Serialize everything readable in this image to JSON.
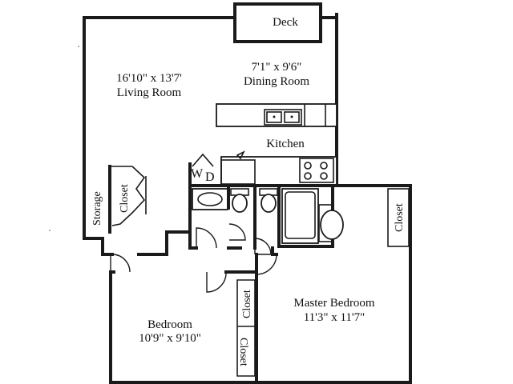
{
  "rooms": {
    "living": {
      "dims": "16'10\" x 13'7'",
      "name": "Living Room"
    },
    "dining": {
      "dims": "7'1\" x 9'6\"",
      "name": "Dining Room"
    },
    "kitchen": {
      "name": "Kitchen"
    },
    "deck": {
      "name": "Deck"
    },
    "storage": {
      "name": "Storage"
    },
    "closet": {
      "name": "Closet"
    },
    "master": {
      "name": "Master Bedroom",
      "dims": "11'3\" x 11'7\""
    },
    "bedroom": {
      "name": "Bedroom",
      "dims": "10'9\" x 9'10\""
    },
    "laundry": {
      "w": "W",
      "d": "D"
    }
  }
}
